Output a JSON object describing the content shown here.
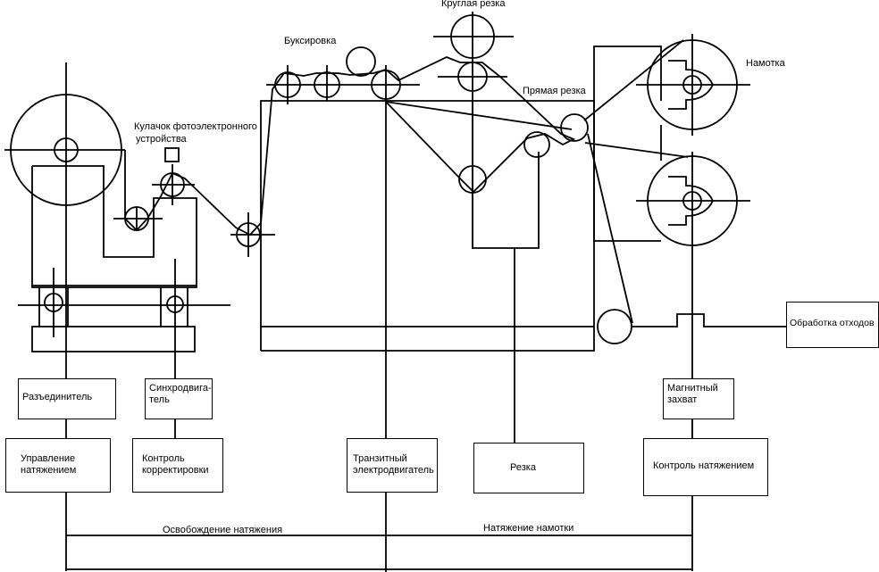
{
  "labels": {
    "top_cut": "Круглая резка",
    "towing": "Буксировка",
    "winding": "Намотка",
    "straight_cut": "Прямая резка",
    "cam_line1": "Кулачок фотоэлектронного",
    "cam_line2": "устройства"
  },
  "blocks": {
    "disconnector": "Разъединитель",
    "synchro_line1": "Синхродвига-",
    "synchro_line2": "тель",
    "magnetic_line1": "Магнитный",
    "magnetic_line2": "захват",
    "tension_ctrl_line1": "Управление",
    "tension_ctrl_line2": "натяжением",
    "correction_line1": "Контроль",
    "correction_line2": "корректировки",
    "transit_line1": "Транзитный",
    "transit_line2": "электродвигатель",
    "cutting": "Резка",
    "tension_control": "Контроль натяжением",
    "waste": "Обработка отходов"
  },
  "bus": {
    "tension_release": "Освобождение натяжения",
    "winding_tension": "Натяжение намотки"
  }
}
